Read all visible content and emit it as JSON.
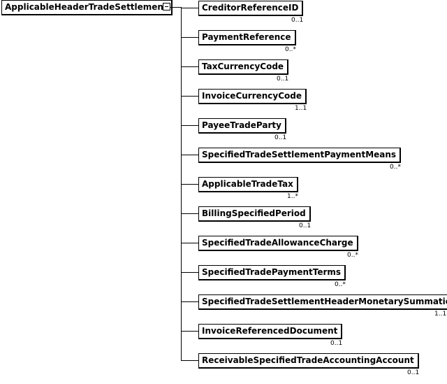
{
  "root": {
    "label": "ApplicableHeaderTradeSettlement",
    "toggle_icon": "collapse-minus-icon"
  },
  "children": [
    {
      "label": "CreditorReferenceID",
      "cardinality": "0..1"
    },
    {
      "label": "PaymentReference",
      "cardinality": "0..*"
    },
    {
      "label": "TaxCurrencyCode",
      "cardinality": "0..1"
    },
    {
      "label": "InvoiceCurrencyCode",
      "cardinality": "1..1"
    },
    {
      "label": "PayeeTradeParty",
      "cardinality": "0..1"
    },
    {
      "label": "SpecifiedTradeSettlementPaymentMeans",
      "cardinality": "0..*"
    },
    {
      "label": "ApplicableTradeTax",
      "cardinality": "1..*"
    },
    {
      "label": "BillingSpecifiedPeriod",
      "cardinality": "0..1"
    },
    {
      "label": "SpecifiedTradeAllowanceCharge",
      "cardinality": "0..*"
    },
    {
      "label": "SpecifiedTradePaymentTerms",
      "cardinality": "0..*"
    },
    {
      "label": "SpecifiedTradeSettlementHeaderMonetarySummation",
      "cardinality": "1..1"
    },
    {
      "label": "InvoiceReferencedDocument",
      "cardinality": "0..1"
    },
    {
      "label": "ReceivableSpecifiedTradeAccountingAccount",
      "cardinality": "0..1"
    }
  ]
}
